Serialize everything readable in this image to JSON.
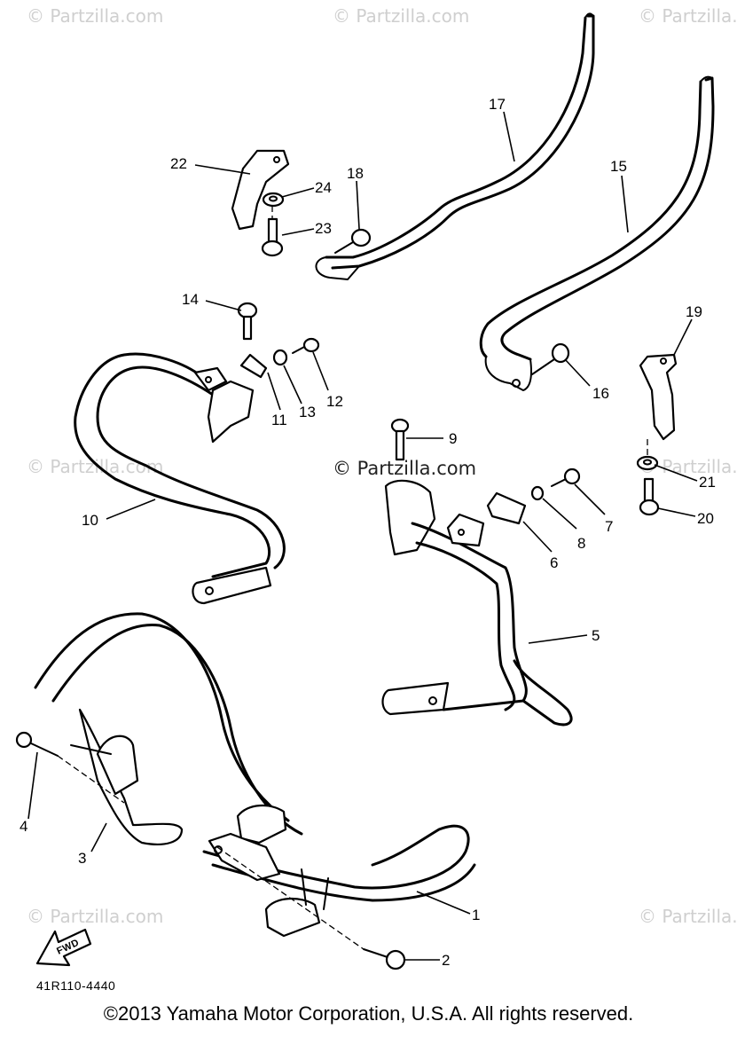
{
  "watermark": "© Partzilla.com",
  "diagram_code": "41R110-4440",
  "forward_arrow_label": "FWD",
  "copyright": "©2013  Yamaha Motor Corporation, U.S.A. All rights reserved.",
  "callouts": [
    "1",
    "2",
    "3",
    "4",
    "5",
    "6",
    "7",
    "8",
    "9",
    "10",
    "11",
    "12",
    "13",
    "14",
    "15",
    "16",
    "17",
    "18",
    "19",
    "20",
    "21",
    "22",
    "23",
    "24"
  ]
}
